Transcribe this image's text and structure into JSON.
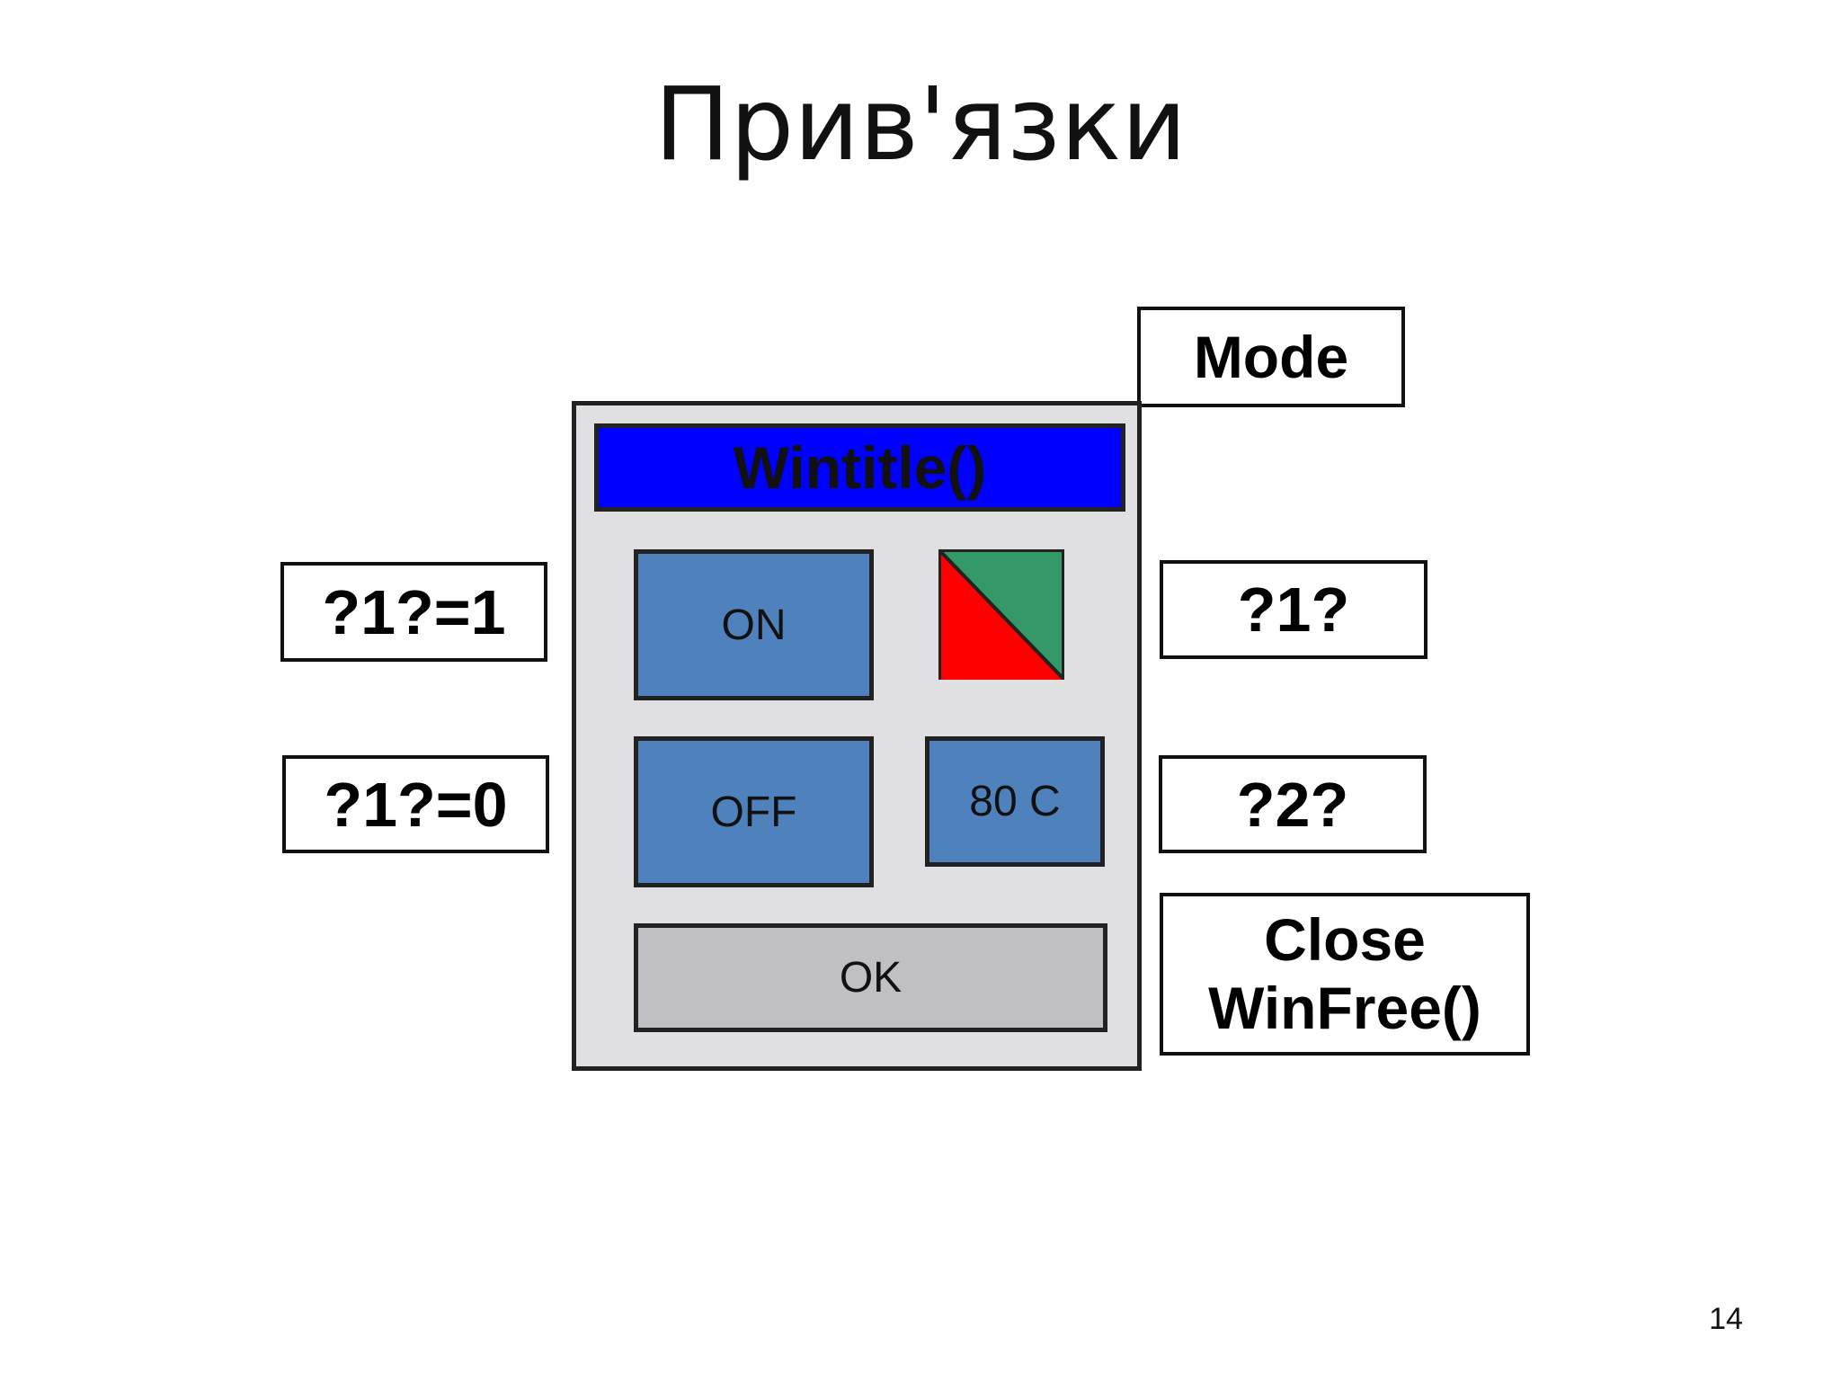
{
  "slide": {
    "title": "Прив'язки",
    "page_number": "14"
  },
  "labels": {
    "mode": "Mode",
    "set_on": "?1?=1",
    "set_off": "?1?=0",
    "binding_1": "?1?",
    "binding_2": "?2?",
    "close_line1": "Close",
    "close_line2": "WinFree()"
  },
  "window": {
    "title": "Wintitle()",
    "on_button": "ON",
    "off_button": "OFF",
    "temperature": "80 C",
    "ok_button": "OK"
  },
  "colors": {
    "titlebar": "#0000ff",
    "button": "#4f81bd",
    "ok_button": "#c0bfc3",
    "window_bg": "#e0dfe1",
    "indicator_red": "#ff0000",
    "indicator_green": "#339966"
  }
}
